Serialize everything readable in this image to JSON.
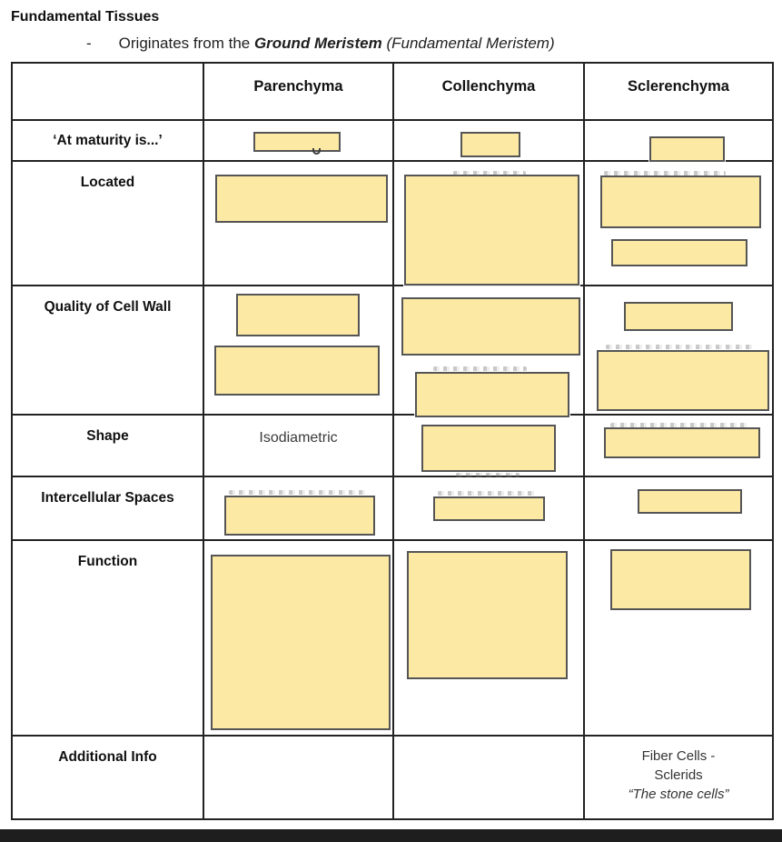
{
  "page": {
    "title": "Fundamental Tissues",
    "bullet": {
      "dash": "-",
      "prefix": "Originates from the ",
      "emphasis": "Ground Meristem",
      "paren_italic": "(Fundamental Meristem)"
    }
  },
  "colors": {
    "note_fill": "#FCE9A4",
    "note_border": "#555555",
    "table_border": "#222222",
    "bottom_bar": "#1E1E1E"
  },
  "table": {
    "column_headers": [
      "Parenchyma",
      "Collenchyma",
      "Sclerenchyma"
    ],
    "rows": [
      {
        "label": "‘At maturity is...’"
      },
      {
        "label": "Located"
      },
      {
        "label": "Quality of Cell Wall"
      },
      {
        "label": "Shape",
        "parenchyma": "Isodiametric"
      },
      {
        "label": "Intercellular Spaces"
      },
      {
        "label": "Function"
      },
      {
        "label": "Additional Info",
        "sclerenchyma_lines": [
          "Fiber Cells -",
          "Sclerids",
          "“The stone cells”"
        ]
      }
    ]
  }
}
